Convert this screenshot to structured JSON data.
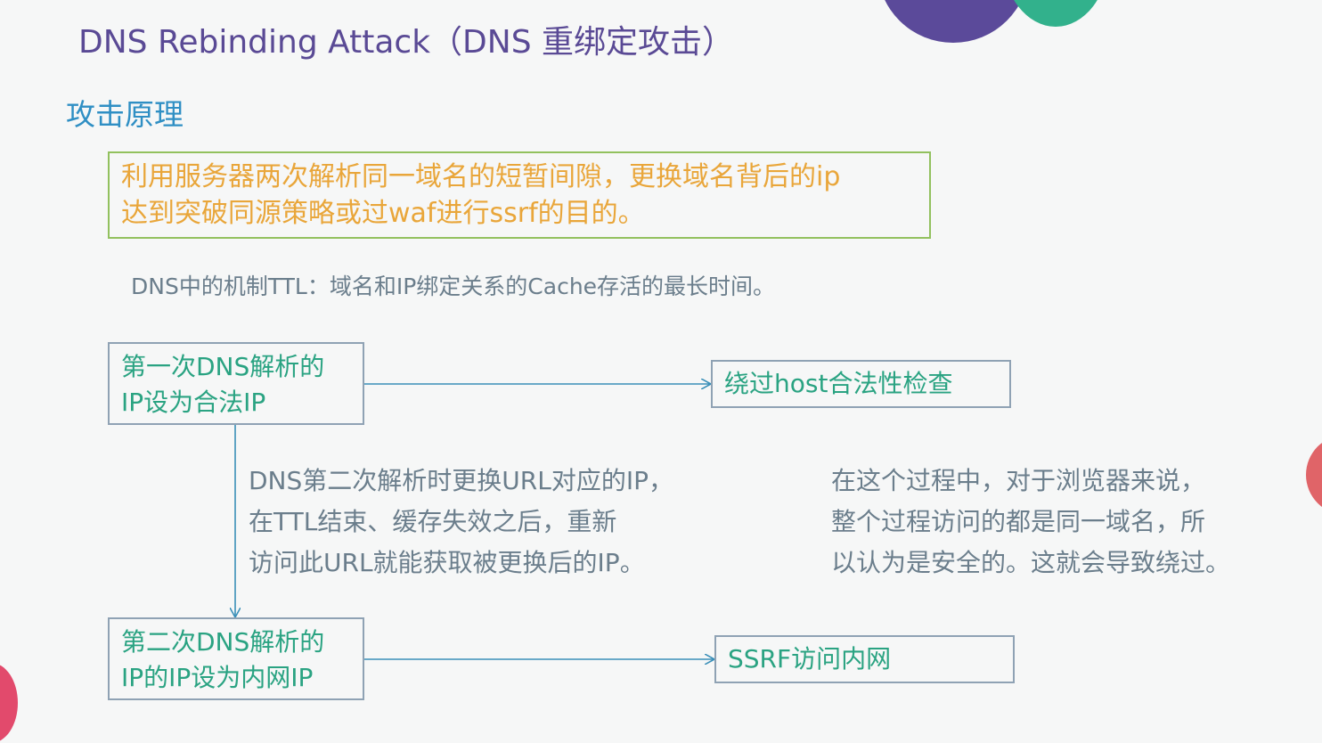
{
  "title": "DNS Rebinding Attack（DNS 重绑定攻击）",
  "subtitle": "攻击原理",
  "principle": {
    "line1": "利用服务器两次解析同一域名的短暂间隙，更换域名背后的ip",
    "line2": "达到突破同源策略或过waf进行ssrf的目的。"
  },
  "ttl_note": "DNS中的机制TTL：域名和IP绑定关系的Cache存活的最长时间。",
  "flow": {
    "first_resolution": {
      "line1": "第一次DNS解析的",
      "line2": "IP设为合法IP"
    },
    "first_result": "绕过host合法性检查",
    "second_resolution": {
      "line1": "第二次DNS解析的",
      "line2": "IP的IP设为内网IP"
    },
    "second_result": "SSRF访问内网",
    "rebind_explanation": {
      "line1": "DNS第二次解析时更换URL对应的IP，",
      "line2": "在TTL结束、缓存失效之后，重新",
      "line3": "访问此URL就能获取被更换后的IP。"
    },
    "browser_explanation": {
      "line1": "在这个过程中，对于浏览器来说，",
      "line2": "整个过程访问的都是同一域名，所",
      "line3": "以认为是安全的。这就会导致绕过。"
    }
  },
  "colors": {
    "title": "#5a4a95",
    "subtitle": "#2f8fc4",
    "principle_text": "#e9a63a",
    "principle_border": "#92c15e",
    "box_text": "#2aa382",
    "box_border": "#8fa2b4",
    "body_text": "#6b7e8c",
    "arrow": "#3a8fb8"
  }
}
